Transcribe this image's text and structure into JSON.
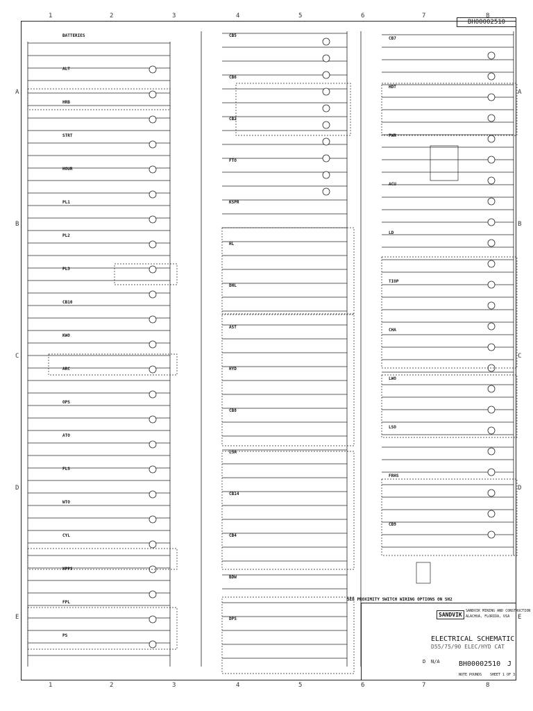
{
  "drawing_number": "BH00002510",
  "note": "SEE PROXIMITY SWITCH WIRING OPTIONS ON SH2",
  "revision_letter": "J",
  "title_block": {
    "brand": "SANDVIK",
    "company": "SANDVIK MINING AND CONSTRUCTION",
    "location": "ALACHUA, FLORIDA, USA",
    "title_line1": "ELECTRICAL SCHEMATIC",
    "title_line2": "D55/75/90 ELEC/HYD CAT",
    "scale": "N/A",
    "size": "D",
    "sheet": "SHEET 1 OF 3",
    "weight": "NOTE POUNDS"
  },
  "column_labels": [
    "1",
    "2",
    "3",
    "4",
    "5",
    "6",
    "7",
    "8"
  ],
  "row_labels": [
    "A",
    "B",
    "C",
    "D",
    "E"
  ],
  "component_tags": [
    {
      "label": "BATTERIES",
      "col": "left",
      "row": 1
    },
    {
      "label": "ALT",
      "col": "left",
      "row": 2
    },
    {
      "label": "HRB",
      "col": "left",
      "row": 3
    },
    {
      "label": "STRT",
      "col": "left",
      "row": 4
    },
    {
      "label": "HOUR",
      "col": "left",
      "row": 5
    },
    {
      "label": "PL1",
      "col": "left",
      "row": 6
    },
    {
      "label": "PL2",
      "col": "left",
      "row": 7
    },
    {
      "label": "PL3",
      "col": "left",
      "row": 8
    },
    {
      "label": "CB10",
      "col": "left",
      "row": 9
    },
    {
      "label": "KWO",
      "col": "left",
      "row": 10
    },
    {
      "label": "ARC",
      "col": "left",
      "row": 11
    },
    {
      "label": "OPS",
      "col": "left",
      "row": 12
    },
    {
      "label": "ATO",
      "col": "left",
      "row": 13
    },
    {
      "label": "FLS",
      "col": "left",
      "row": 14
    },
    {
      "label": "WTO",
      "col": "left",
      "row": 15
    },
    {
      "label": "CYL",
      "col": "left",
      "row": 16
    },
    {
      "label": "HPPS",
      "col": "left",
      "row": 17
    },
    {
      "label": "FPL",
      "col": "left",
      "row": 18
    },
    {
      "label": "PS",
      "col": "left",
      "row": 19
    },
    {
      "label": "CB5",
      "col": "mid",
      "row": 1
    },
    {
      "label": "CB6",
      "col": "mid",
      "row": 2
    },
    {
      "label": "CB2",
      "col": "mid",
      "row": 3
    },
    {
      "label": "FTO",
      "col": "mid",
      "row": 4
    },
    {
      "label": "KSPR",
      "col": "mid",
      "row": 5
    },
    {
      "label": "HL",
      "col": "mid",
      "row": 6
    },
    {
      "label": "DHL",
      "col": "mid",
      "row": 7
    },
    {
      "label": "AST",
      "col": "mid",
      "row": 8
    },
    {
      "label": "HYD",
      "col": "mid",
      "row": 9
    },
    {
      "label": "CB8",
      "col": "mid",
      "row": 10
    },
    {
      "label": "LSA",
      "col": "mid",
      "row": 11
    },
    {
      "label": "CB14",
      "col": "mid",
      "row": 12
    },
    {
      "label": "CB4",
      "col": "mid",
      "row": 13
    },
    {
      "label": "BDW",
      "col": "mid",
      "row": 14
    },
    {
      "label": "DPS",
      "col": "mid",
      "row": 15
    },
    {
      "label": "CB7",
      "col": "right",
      "row": 1
    },
    {
      "label": "HDT",
      "col": "right",
      "row": 2
    },
    {
      "label": "PWR",
      "col": "right",
      "row": 3
    },
    {
      "label": "ACU",
      "col": "right",
      "row": 4
    },
    {
      "label": "LD",
      "col": "right",
      "row": 5
    },
    {
      "label": "TIOP",
      "col": "right",
      "row": 6
    },
    {
      "label": "CHA",
      "col": "right",
      "row": 7
    },
    {
      "label": "LWO",
      "col": "right",
      "row": 8
    },
    {
      "label": "LSO",
      "col": "right",
      "row": 9
    },
    {
      "label": "FRHS",
      "col": "right",
      "row": 10
    },
    {
      "label": "CB9",
      "col": "right",
      "row": 11
    }
  ]
}
